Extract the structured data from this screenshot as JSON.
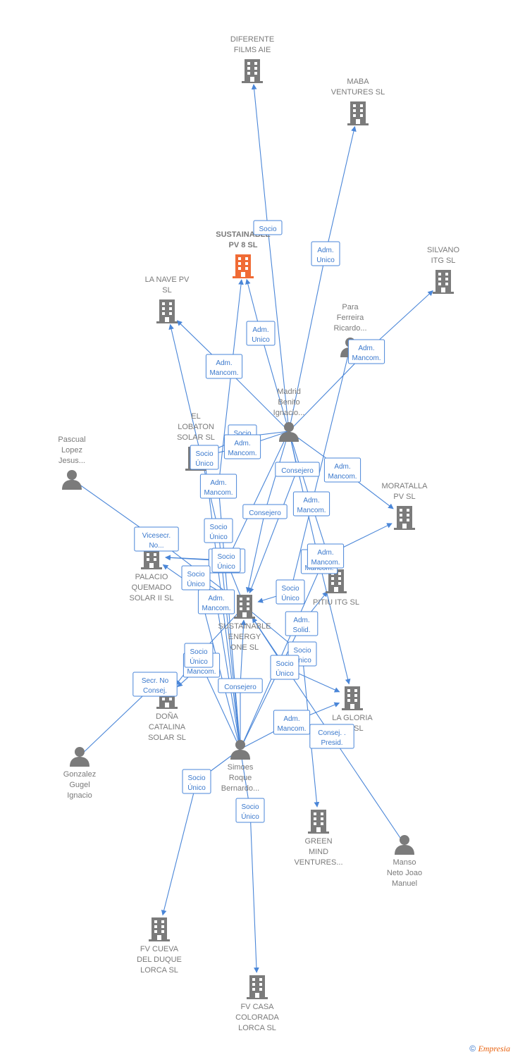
{
  "colors": {
    "company": "#7b7b7b",
    "main_company": "#f06b35",
    "person": "#7b7b7b",
    "edge": "#4a86d8"
  },
  "nodes": [
    {
      "id": "diferente",
      "type": "company",
      "label": [
        "DIFERENTE",
        "FILMS  AIE"
      ]
    },
    {
      "id": "maba",
      "type": "company",
      "label": [
        "MABA",
        "VENTURES  SL"
      ]
    },
    {
      "id": "sustain8",
      "type": "company",
      "main": true,
      "label": [
        "SUSTAINABLE",
        "PV 8  SL"
      ]
    },
    {
      "id": "silvano",
      "type": "company",
      "label": [
        "SILVANO",
        "ITG  SL"
      ]
    },
    {
      "id": "lanave",
      "type": "company",
      "label": [
        "LA NAVE PV",
        "SL"
      ]
    },
    {
      "id": "para",
      "type": "person",
      "label": [
        "Para",
        "Ferreira",
        "Ricardo..."
      ]
    },
    {
      "id": "madrid",
      "type": "person",
      "label": [
        "Madrid",
        "Benito",
        "Ignacio..."
      ]
    },
    {
      "id": "lobaton",
      "type": "company",
      "label": [
        "EL",
        "LOBATON",
        "SOLAR  SL"
      ]
    },
    {
      "id": "pascual",
      "type": "person",
      "label": [
        "Pascual",
        "Lopez",
        "Jesus..."
      ]
    },
    {
      "id": "moratalla",
      "type": "company",
      "label": [
        "MORATALLA",
        "PV  SL"
      ]
    },
    {
      "id": "palacio",
      "type": "company",
      "label": [
        "PALACIO",
        "QUEMADO",
        "SOLAR II  SL"
      ]
    },
    {
      "id": "pitiu",
      "type": "company",
      "label": [
        "PITIU ITG  SL"
      ]
    },
    {
      "id": "sustone",
      "type": "company",
      "label": [
        "SUSTAINABLE",
        "ENERGY",
        "ONE  SL"
      ]
    },
    {
      "id": "dona",
      "type": "company",
      "label": [
        "DOÑA",
        "CATALINA",
        "SOLAR  SL"
      ]
    },
    {
      "id": "lagloria",
      "type": "company",
      "label": [
        "LA GLORIA",
        "PV  SL"
      ]
    },
    {
      "id": "gonzalez",
      "type": "person",
      "label": [
        "Gonzalez",
        "Gugel",
        "Ignacio"
      ]
    },
    {
      "id": "simoes",
      "type": "person",
      "label": [
        "Simoes",
        "Roque",
        "Bernardo..."
      ]
    },
    {
      "id": "green",
      "type": "company",
      "label": [
        "GREEN",
        "MIND",
        "VENTURES..."
      ]
    },
    {
      "id": "manso",
      "type": "person",
      "label": [
        "Manso",
        "Neto Joao",
        "Manuel"
      ]
    },
    {
      "id": "fvcueva",
      "type": "company",
      "label": [
        "FV CUEVA",
        "DEL DUQUE",
        "LORCA SL"
      ]
    },
    {
      "id": "fvcasa",
      "type": "company",
      "label": [
        "FV CASA",
        "COLORADA",
        "LORCA SL"
      ]
    }
  ],
  "edges": [
    {
      "from": "madrid",
      "to": "diferente",
      "label": [
        "Socio"
      ]
    },
    {
      "from": "madrid",
      "to": "maba",
      "label": [
        "Adm.",
        "Unico"
      ]
    },
    {
      "from": "madrid",
      "to": "sustain8",
      "label": [
        "Adm.",
        "Unico"
      ]
    },
    {
      "from": "madrid",
      "to": "silvano",
      "label": [
        "Adm.",
        "Mancom."
      ]
    },
    {
      "from": "madrid",
      "to": "lanave",
      "label": [
        "Adm.",
        "Mancom."
      ]
    },
    {
      "from": "madrid",
      "to": "lobaton",
      "label": [
        "Socio",
        "Único"
      ]
    },
    {
      "from": "madrid",
      "to": "lobaton",
      "label": [
        "Adm.",
        "Mancom."
      ]
    },
    {
      "from": "madrid",
      "to": "moratalla",
      "label": [
        "Adm.",
        "Mancom."
      ]
    },
    {
      "from": "madrid",
      "to": "sustone",
      "label": [
        "Consejero"
      ]
    },
    {
      "from": "madrid",
      "to": "pitiu",
      "label": [
        "Adm.",
        "Mancom."
      ]
    },
    {
      "from": "madrid",
      "to": "lagloria",
      "label": [
        "Adm.",
        "Mancom."
      ]
    },
    {
      "from": "madrid",
      "to": "palacio",
      "label": [
        "Adm.",
        "Mancom."
      ]
    },
    {
      "from": "madrid",
      "to": "sustone",
      "label": [
        "Consejero"
      ]
    },
    {
      "from": "para",
      "to": "sustone",
      "label": [
        "Socio",
        "Único"
      ]
    },
    {
      "from": "pascual",
      "to": "sustone",
      "label": [
        "Vicesecr.",
        "No..."
      ]
    },
    {
      "from": "simoes",
      "to": "lanave",
      "label": [
        "Socio",
        "Único"
      ]
    },
    {
      "from": "simoes",
      "to": "sustain8",
      "label": [
        "Adm.",
        "Mancom."
      ]
    },
    {
      "from": "simoes",
      "to": "lobaton",
      "label": [
        "Socio",
        "Único"
      ]
    },
    {
      "from": "simoes",
      "to": "moratalla",
      "label": [
        "Adm.",
        "Mancom."
      ]
    },
    {
      "from": "simoes",
      "to": "palacio",
      "label": [
        "Adm.",
        "Mancom."
      ]
    },
    {
      "from": "simoes",
      "to": "pitiu",
      "label": [
        "Adm.",
        "Solid."
      ]
    },
    {
      "from": "simoes",
      "to": "sustone",
      "label": [
        "Consejero"
      ]
    },
    {
      "from": "simoes",
      "to": "dona",
      "label": [
        "Adm.",
        "Mancom."
      ]
    },
    {
      "from": "simoes",
      "to": "fvcueva",
      "label": [
        "Socio",
        "Único"
      ]
    },
    {
      "from": "simoes",
      "to": "fvcasa",
      "label": [
        "Socio",
        "Único"
      ]
    },
    {
      "from": "simoes",
      "to": "lagloria",
      "label": [
        "Adm.",
        "Mancom."
      ]
    },
    {
      "from": "simoes",
      "to": "sustone",
      "label": [
        "Socio",
        "Único"
      ]
    },
    {
      "from": "gonzalez",
      "to": "dona",
      "label": [
        "Secr.  No",
        "Consej."
      ]
    },
    {
      "from": "manso",
      "to": "sustone",
      "label": [
        "Consej. .",
        "Presid."
      ]
    },
    {
      "from": "sustone",
      "to": "dona",
      "label": [
        "Socio",
        "Único"
      ]
    },
    {
      "from": "sustone",
      "to": "green",
      "label": [
        "Socio",
        "Único"
      ]
    },
    {
      "from": "sustone",
      "to": "lagloria",
      "label": [
        "Socio",
        "Único"
      ]
    },
    {
      "from": "sustone",
      "to": "palacio",
      "label": [
        "Socio",
        "Único"
      ]
    }
  ],
  "footer": {
    "copyright": "©",
    "brand": "Empresia"
  }
}
